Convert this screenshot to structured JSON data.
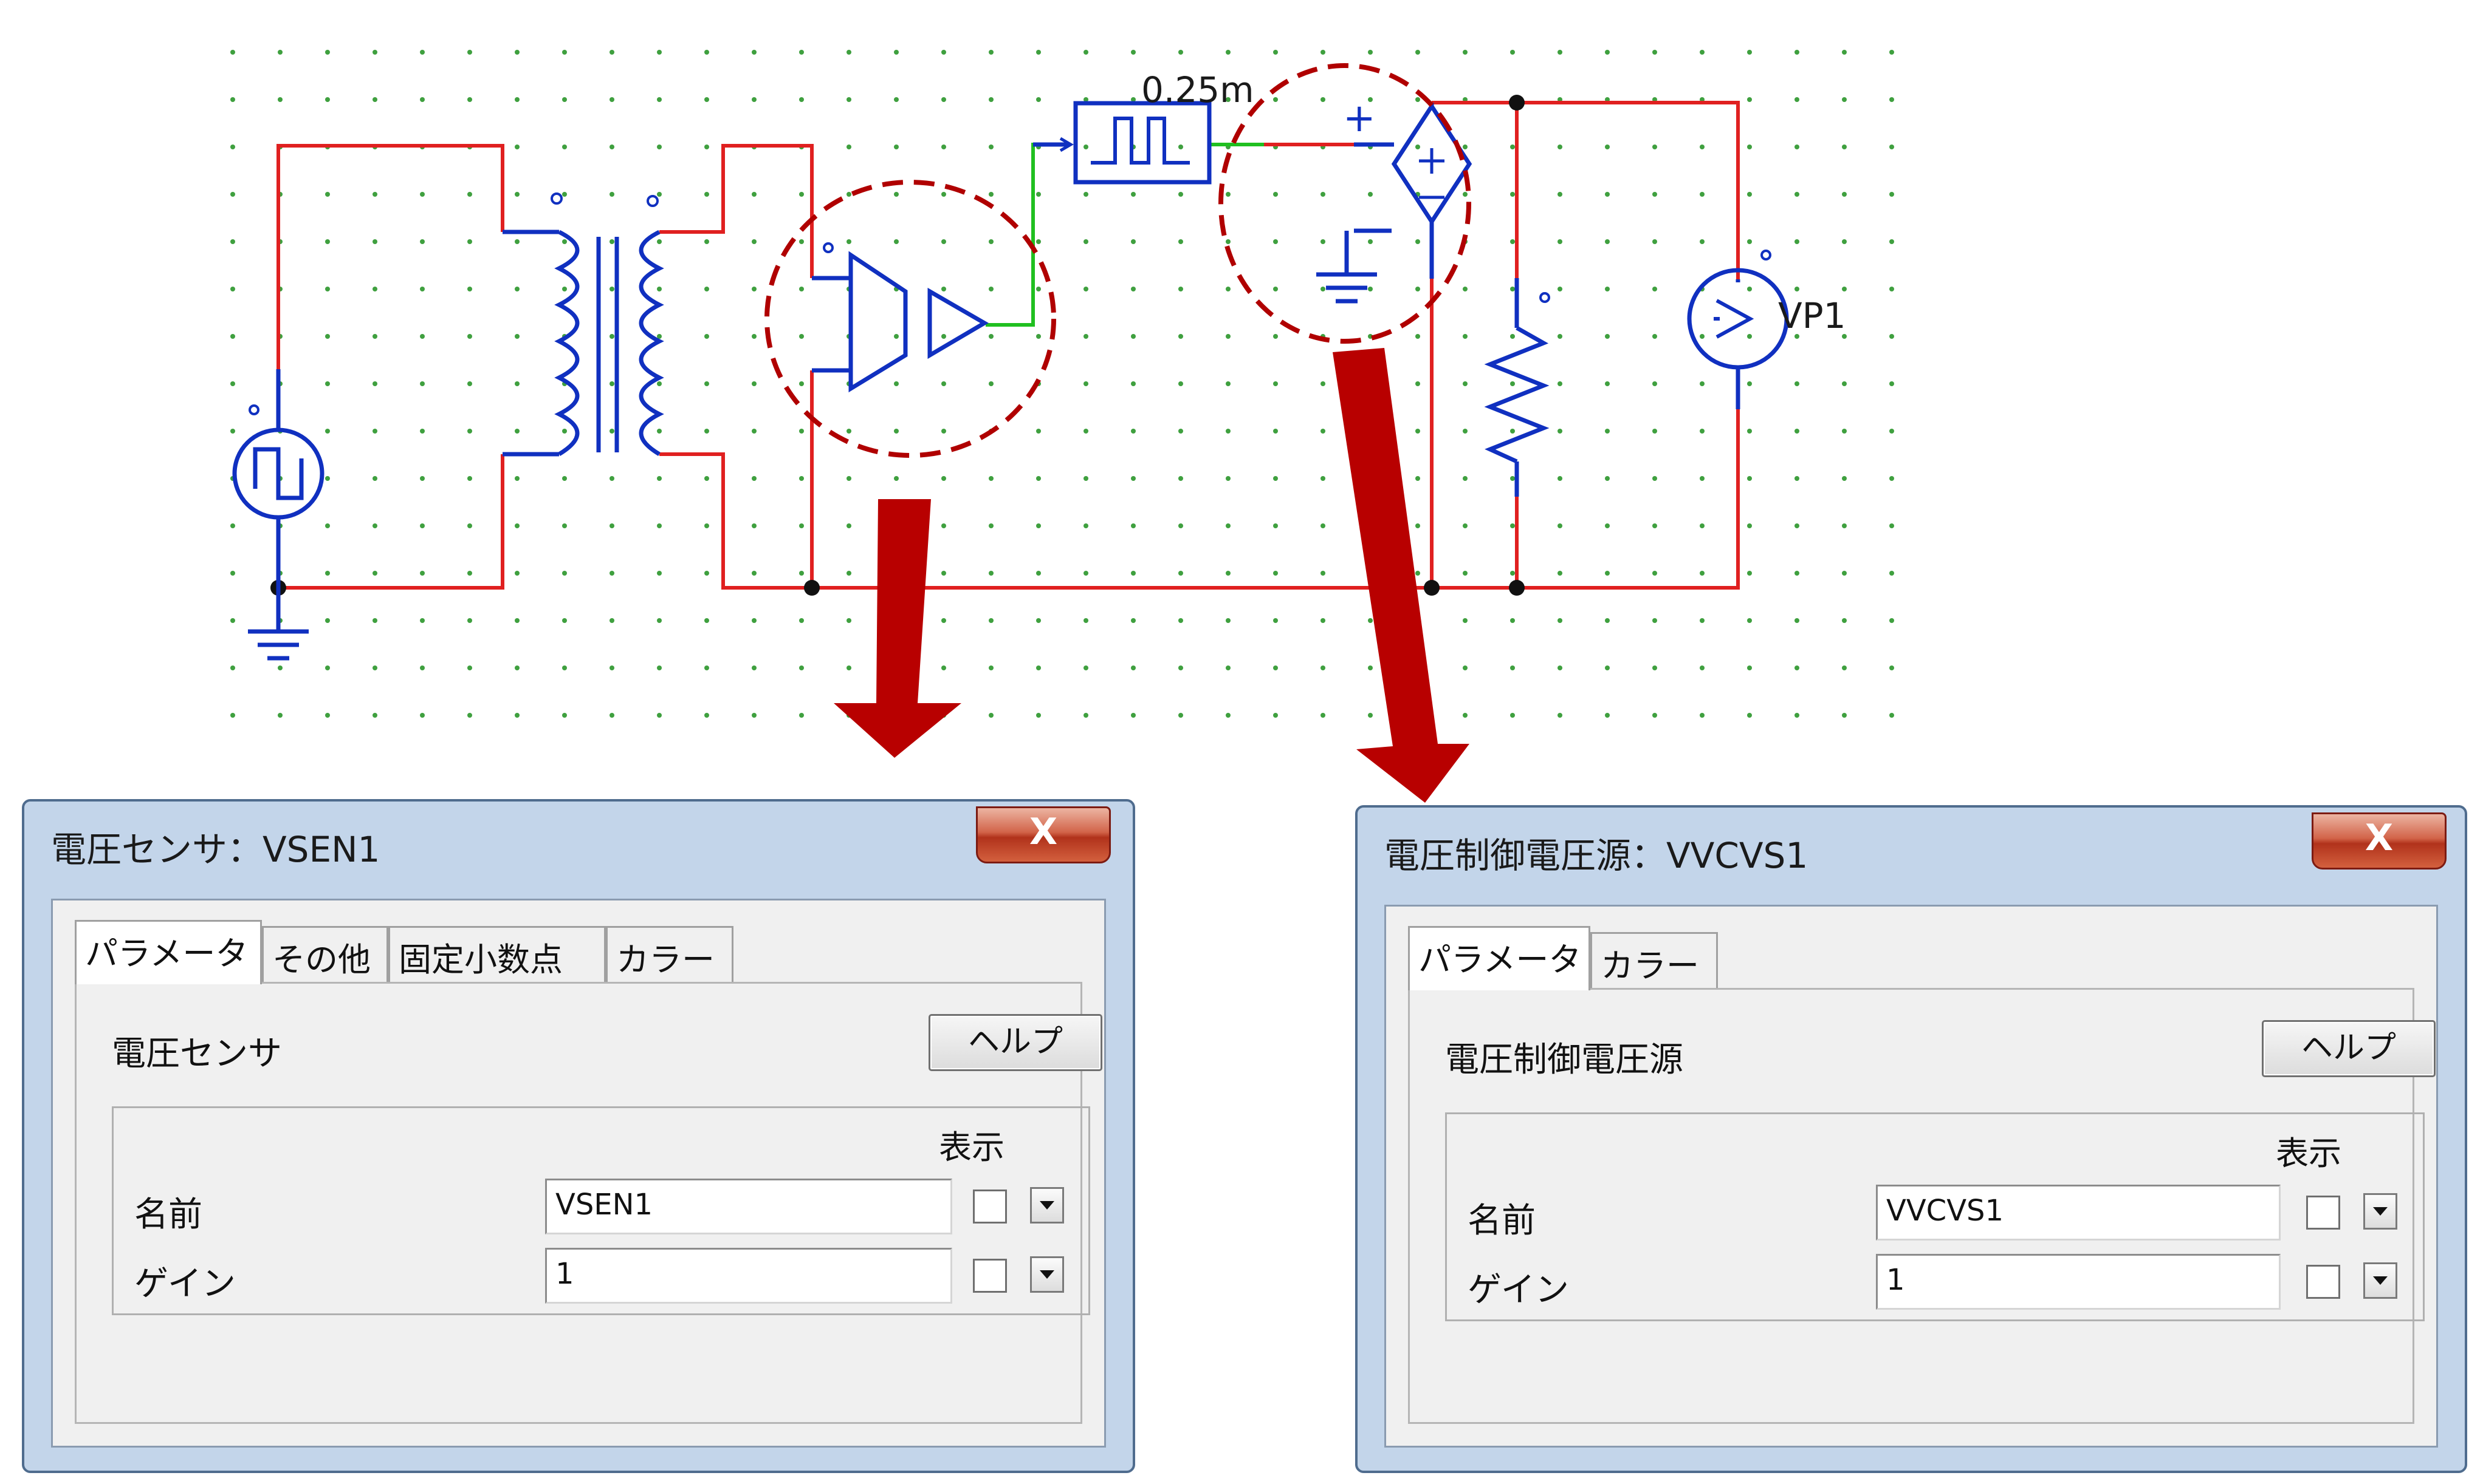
{
  "schematic": {
    "components": {
      "ac_source": "square-wave-source",
      "transformer": "transformer",
      "voltage_sensor": "voltage-sensor",
      "delay_block": "time-delay-block",
      "vcvs": "voltage-controlled-voltage-source",
      "resistor": "resistor",
      "voltmeter": "voltage-probe",
      "ground": "ground"
    },
    "delay_label": "0.25m",
    "vcvs_plus": "+",
    "voltmeter_label": "VP1",
    "wire_color": "#e02020",
    "component_color": "#1030c0",
    "signal_wire_color": "#20c020",
    "grid_dot_color": "#3fa03f",
    "highlight_color": "#b00000"
  },
  "dialog_left": {
    "title": "電圧センサ：VSEN1",
    "close_symbol": "X",
    "tabs": [
      {
        "label": "パラメータ",
        "active": true
      },
      {
        "label": "その他",
        "active": false
      },
      {
        "label": "固定小数点",
        "active": false
      },
      {
        "label": "カラー",
        "active": false
      }
    ],
    "description": "電圧センサ",
    "help_label": "ヘルプ",
    "display_label": "表示",
    "rows": [
      {
        "label": "名前",
        "value": "VSEN1",
        "display_checked": false
      },
      {
        "label": "ゲイン",
        "value": "1",
        "display_checked": false
      }
    ]
  },
  "dialog_right": {
    "title": "電圧制御電圧源：VVCVS1",
    "close_symbol": "X",
    "tabs": [
      {
        "label": "パラメータ",
        "active": true
      },
      {
        "label": "カラー",
        "active": false
      }
    ],
    "description": "電圧制御電圧源",
    "help_label": "ヘルプ",
    "display_label": "表示",
    "rows": [
      {
        "label": "名前",
        "value": "VVCVS1",
        "display_checked": false
      },
      {
        "label": "ゲイン",
        "value": "1",
        "display_checked": false
      }
    ]
  }
}
